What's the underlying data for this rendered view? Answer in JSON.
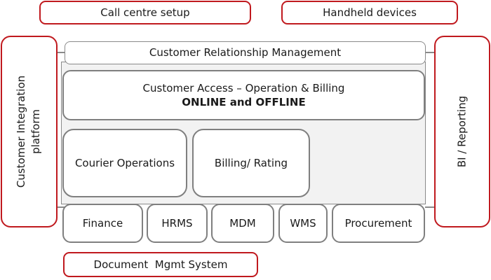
{
  "top_boxes": {
    "call_centre": "Call centre setup",
    "handheld": "Handheld devices"
  },
  "side_boxes": {
    "left_line1": "Customer Integration",
    "left_line2": "platform",
    "right": "BI / Reporting"
  },
  "crm": "Customer Relationship Management",
  "customer_access": {
    "line1": "Customer Access – Operation & Billing",
    "line2": "ONLINE and OFFLINE"
  },
  "middle_boxes": {
    "courier": "Courier Operations",
    "billing": "Billing/ Rating"
  },
  "bottom_row": [
    "Finance",
    "HRMS",
    "MDM",
    "WMS",
    "Procurement"
  ],
  "document_mgmt": "Document  Mgmt System",
  "colors": {
    "accent_red": "#c0191e",
    "box_gray": "#7f7f7f",
    "panel_fill": "#f2f2f2"
  }
}
